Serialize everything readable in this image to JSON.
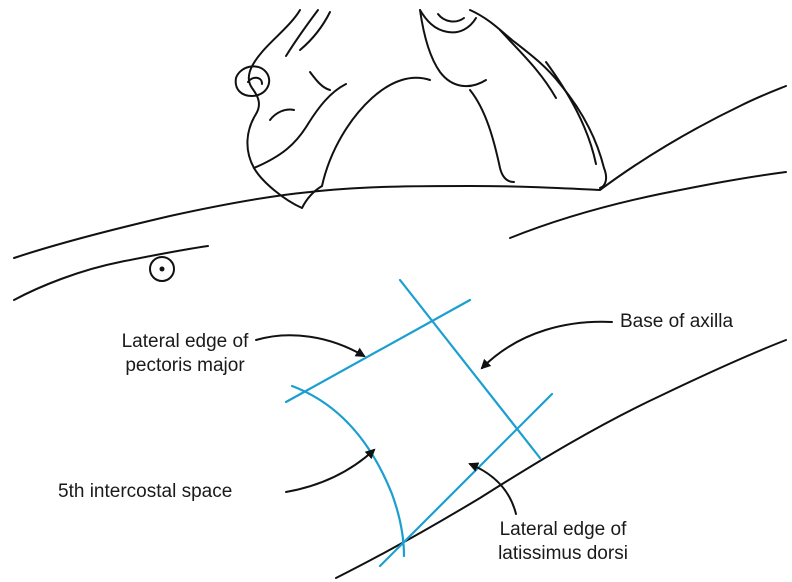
{
  "labels": {
    "pectoris": [
      "Lateral edge of",
      "pectoris major"
    ],
    "axilla": "Base of axilla",
    "intercostal": "5th intercostal space",
    "latissimus": [
      "Lateral edge of",
      "latissimus dorsi"
    ]
  },
  "colors": {
    "outline": "#111111",
    "landmark_lines": "#1a9fd0"
  }
}
